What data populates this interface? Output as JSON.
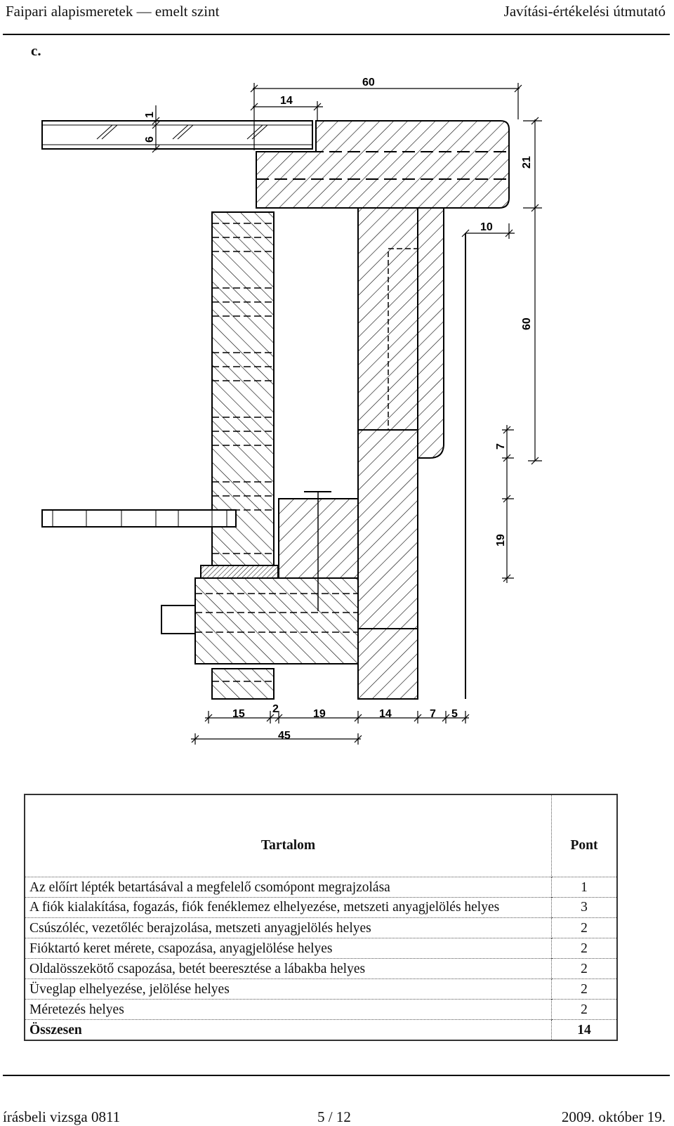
{
  "header": {
    "left": "Faipari alapismeretek — emelt szint",
    "right": "Javítási-értékelési útmutató"
  },
  "section_label": "c.",
  "drawing": {
    "dimensions": {
      "d60_top": "60",
      "d14_top": "14",
      "d1": "1",
      "d6": "6",
      "d21": "21",
      "d10": "10",
      "d60_right": "60",
      "d7_right": "7",
      "d19_right": "19",
      "b15": "15",
      "b2": "2",
      "b19": "19",
      "b14": "14",
      "b7": "7",
      "b5": "5",
      "b45": "45"
    }
  },
  "table": {
    "head_content": "Tartalom",
    "head_points": "Pont",
    "rows": [
      {
        "text": "Az előírt lépték betartásával a megfelelő csomópont megrajzolása",
        "points": "1"
      },
      {
        "text": "A fiók kialakítása, fogazás, fiók fenéklemez elhelyezése, metszeti anyagjelölés helyes",
        "points": "3"
      },
      {
        "text": "Csúszóléc, vezetőléc berajzolása, metszeti anyagjelölés helyes",
        "points": "2"
      },
      {
        "text": "Fióktartó keret mérete, csapozása, anyagjelölése helyes",
        "points": "2"
      },
      {
        "text": "Oldalösszekötő csapozása, betét beeresztése a lábakba helyes",
        "points": "2"
      },
      {
        "text": "Üveglap elhelyezése, jelölése helyes",
        "points": "2"
      },
      {
        "text": "Méretezés helyes",
        "points": "2"
      }
    ],
    "total_label": "Összesen",
    "total_points": "14"
  },
  "footer": {
    "left": "írásbeli vizsga 0811",
    "center": "5 / 12",
    "right": "2009. október 19."
  }
}
